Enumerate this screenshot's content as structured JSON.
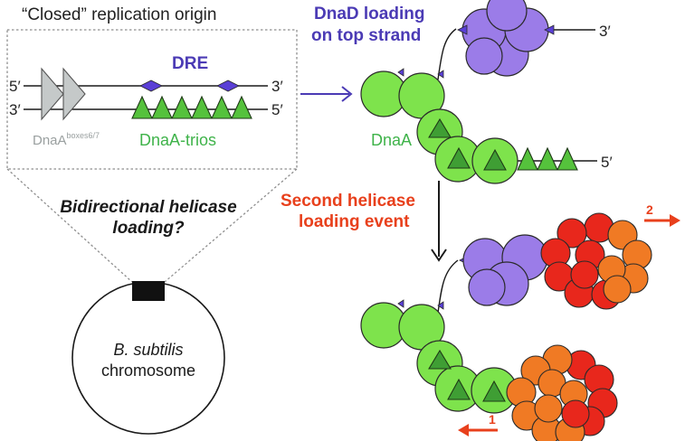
{
  "header": "“Closed” replication origin",
  "origin_box": {
    "dre_label": "DRE",
    "strand_top_left": "5′",
    "strand_top_right": "3′",
    "strand_bottom_left": "3′",
    "strand_bottom_right": "5′",
    "dnaa_boxes_label": "DnaA",
    "dnaa_boxes_superscript": "boxes6/7",
    "trios_label": "DnaA-trios"
  },
  "question": {
    "line1": "Bidirectional helicase",
    "line2": "loading?"
  },
  "chromosome": {
    "species": "B. subtilis",
    "word": "chromosome"
  },
  "step1": {
    "line1": "DnaD loading",
    "line2": "on top strand",
    "top_end": "3′",
    "bottom_end": "5′",
    "dnaa_label": "DnaA"
  },
  "step2": {
    "line1": "Second helicase",
    "line2": "loading event"
  },
  "arrows": {
    "helicase_2": "2",
    "helicase_1": "1"
  },
  "colors": {
    "dnaa": "#7ee34c",
    "dnad": "#9b7ce8",
    "helicase_red": "#e8271c",
    "helicase_orange": "#f07a24",
    "dre": "#5a3fd6",
    "blue_text": "#4b3bb5",
    "red_text": "#e8401c",
    "green_text": "#3fb34a"
  }
}
